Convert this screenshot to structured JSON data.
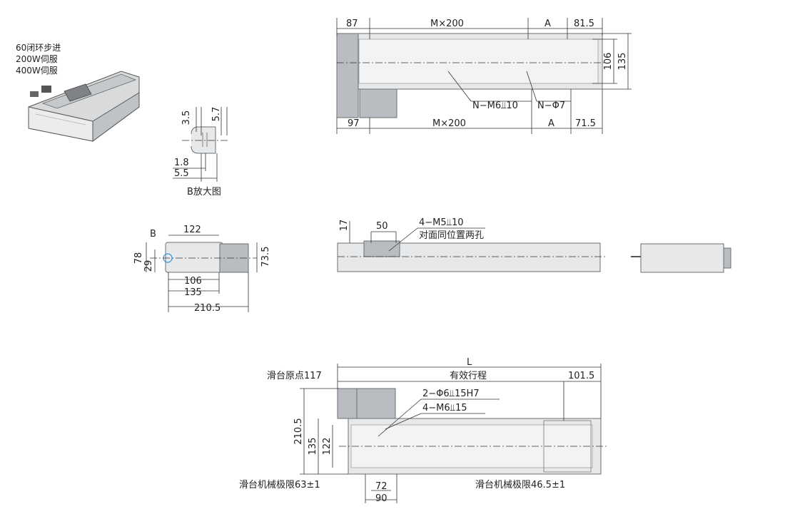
{
  "motor_options": [
    "60闭环步进",
    "200W伺服",
    "400W伺服"
  ],
  "detail_caption": "B放大图",
  "top_view": {
    "dims_top": [
      "87",
      "M×200",
      "A",
      "81.5"
    ],
    "dims_bottom": [
      "97",
      "M×200",
      "A",
      "71.5"
    ],
    "dims_right": [
      "106",
      "135"
    ],
    "callout_thread": "N−M6⫫10",
    "callout_hole": "N−Φ7"
  },
  "detail_b": {
    "dims": [
      "3.5",
      "5.7",
      "1.8",
      "5.5"
    ]
  },
  "end_view": {
    "label_b": "B",
    "dims": [
      "122",
      "78",
      "29",
      "73.5",
      "106",
      "135",
      "210.5"
    ]
  },
  "side_view": {
    "dims": [
      "17",
      "50"
    ],
    "callout": "4−M5⫫10",
    "callout_note": "对面同位置两孔"
  },
  "bottom_view": {
    "length_label": "L",
    "stroke_label": "有效行程",
    "origin_label": "滑台原点117",
    "dim_right": "101.5",
    "dims_left": [
      "210.5",
      "135",
      "122"
    ],
    "callout_1": "2−Φ6⫫15H7",
    "callout_2": "4−M6⫫15",
    "limit_left": "滑台机械极限63±1",
    "limit_right": "滑台机械极限46.5±1",
    "dims_under": [
      "72",
      "90"
    ]
  }
}
